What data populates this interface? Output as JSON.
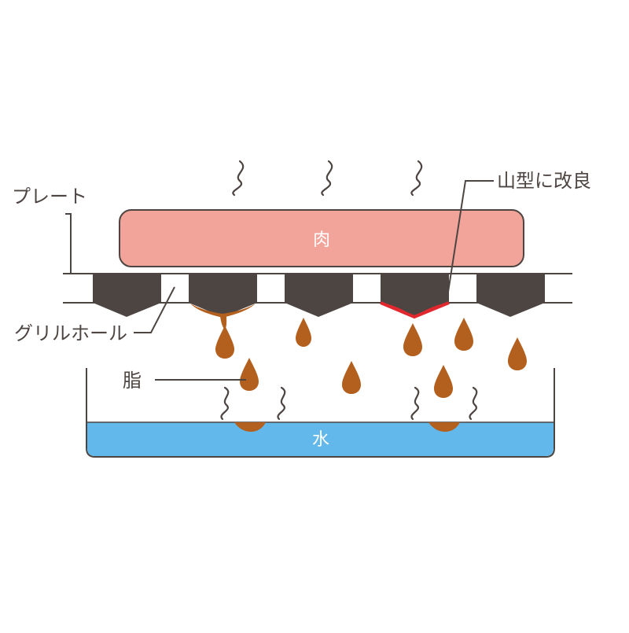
{
  "labels": {
    "plate": "プレート",
    "mountain": "山型に改良",
    "grill_hole": "グリルホール",
    "fat": "脂",
    "meat": "肉",
    "water": "水"
  },
  "colors": {
    "meat_fill": "#f2a49a",
    "water_fill": "#62b8ea",
    "plate_block": "#4d4542",
    "fat_drop": "#b35f1e",
    "highlight_red": "#e0282e",
    "line": "#4d4542"
  }
}
